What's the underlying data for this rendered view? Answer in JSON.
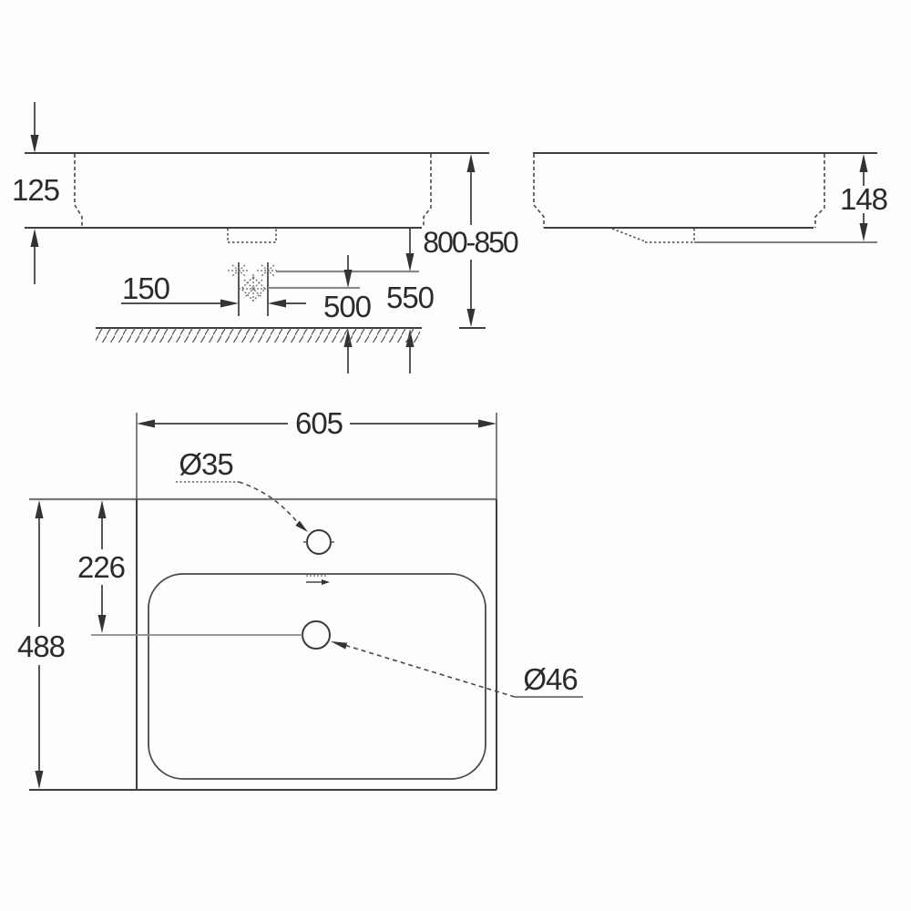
{
  "drawing": {
    "kind": "washbasin-technical-dimension-drawing",
    "units": "mm",
    "colors": {
      "line": "#3f3f3f",
      "reference_line": "#8a8a8a",
      "text": "#2b2b2b",
      "background": "#fdfdfd"
    }
  },
  "front": {
    "height_label": "125",
    "spacing_label": "150",
    "drain_height_label": "500",
    "supply_height_label": "550",
    "mount_height_label": "800-850"
  },
  "side": {
    "height_label": "148"
  },
  "plan": {
    "width_label": "605",
    "tap_hole_label": "Ø35",
    "tap_offset_label": "226",
    "depth_label": "488",
    "drain_label": "Ø46"
  }
}
